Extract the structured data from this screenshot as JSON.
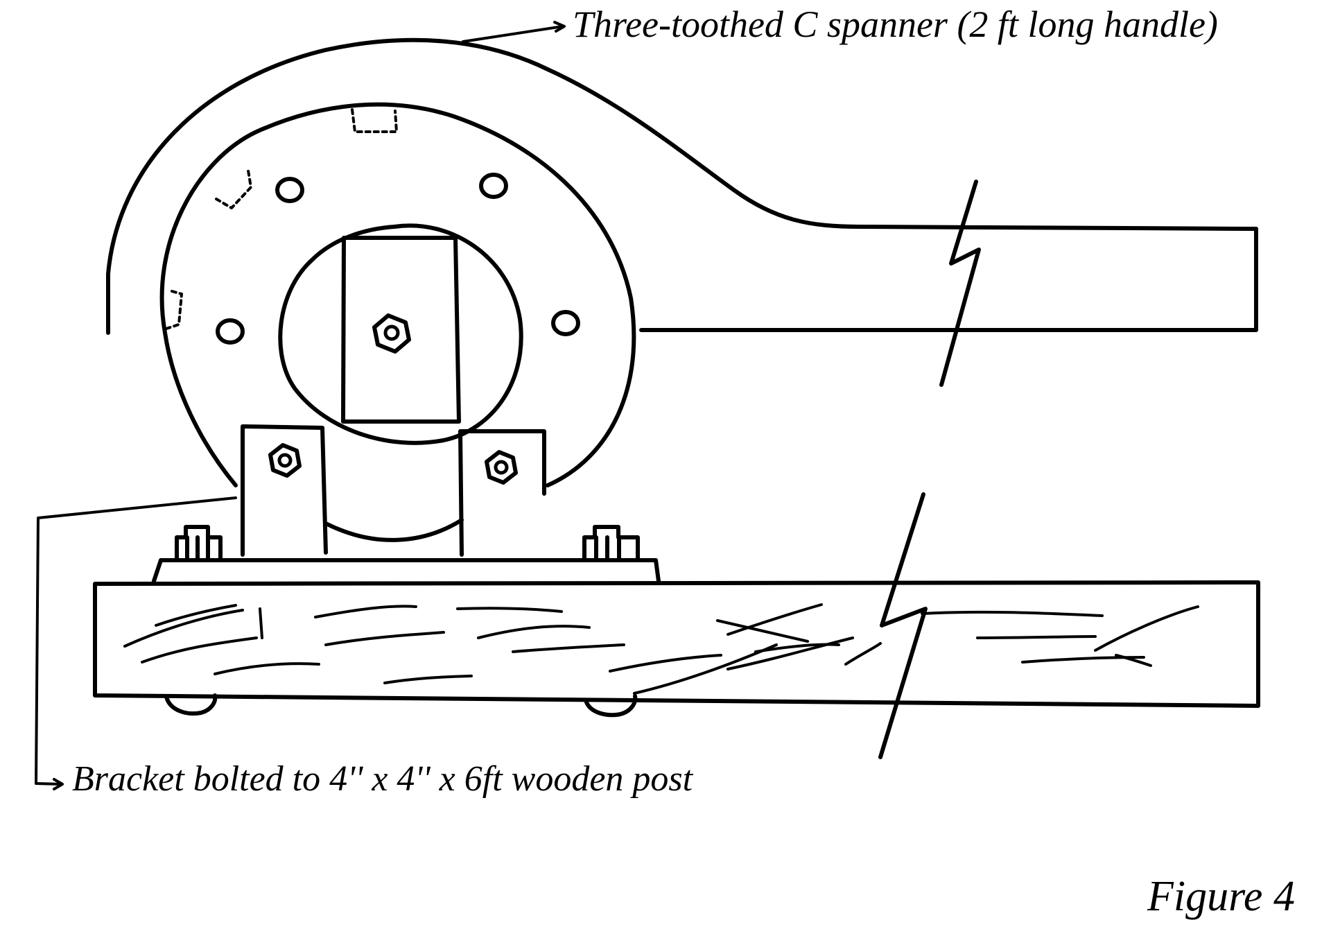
{
  "labels": {
    "spanner": "Three-toothed C spanner (2 ft long handle)",
    "bracket": "Bracket bolted to 4'' x 4'' x 6ft wooden post",
    "figure": "Figure 4"
  },
  "colors": {
    "ink": "#000000",
    "paper": "#ffffff"
  }
}
